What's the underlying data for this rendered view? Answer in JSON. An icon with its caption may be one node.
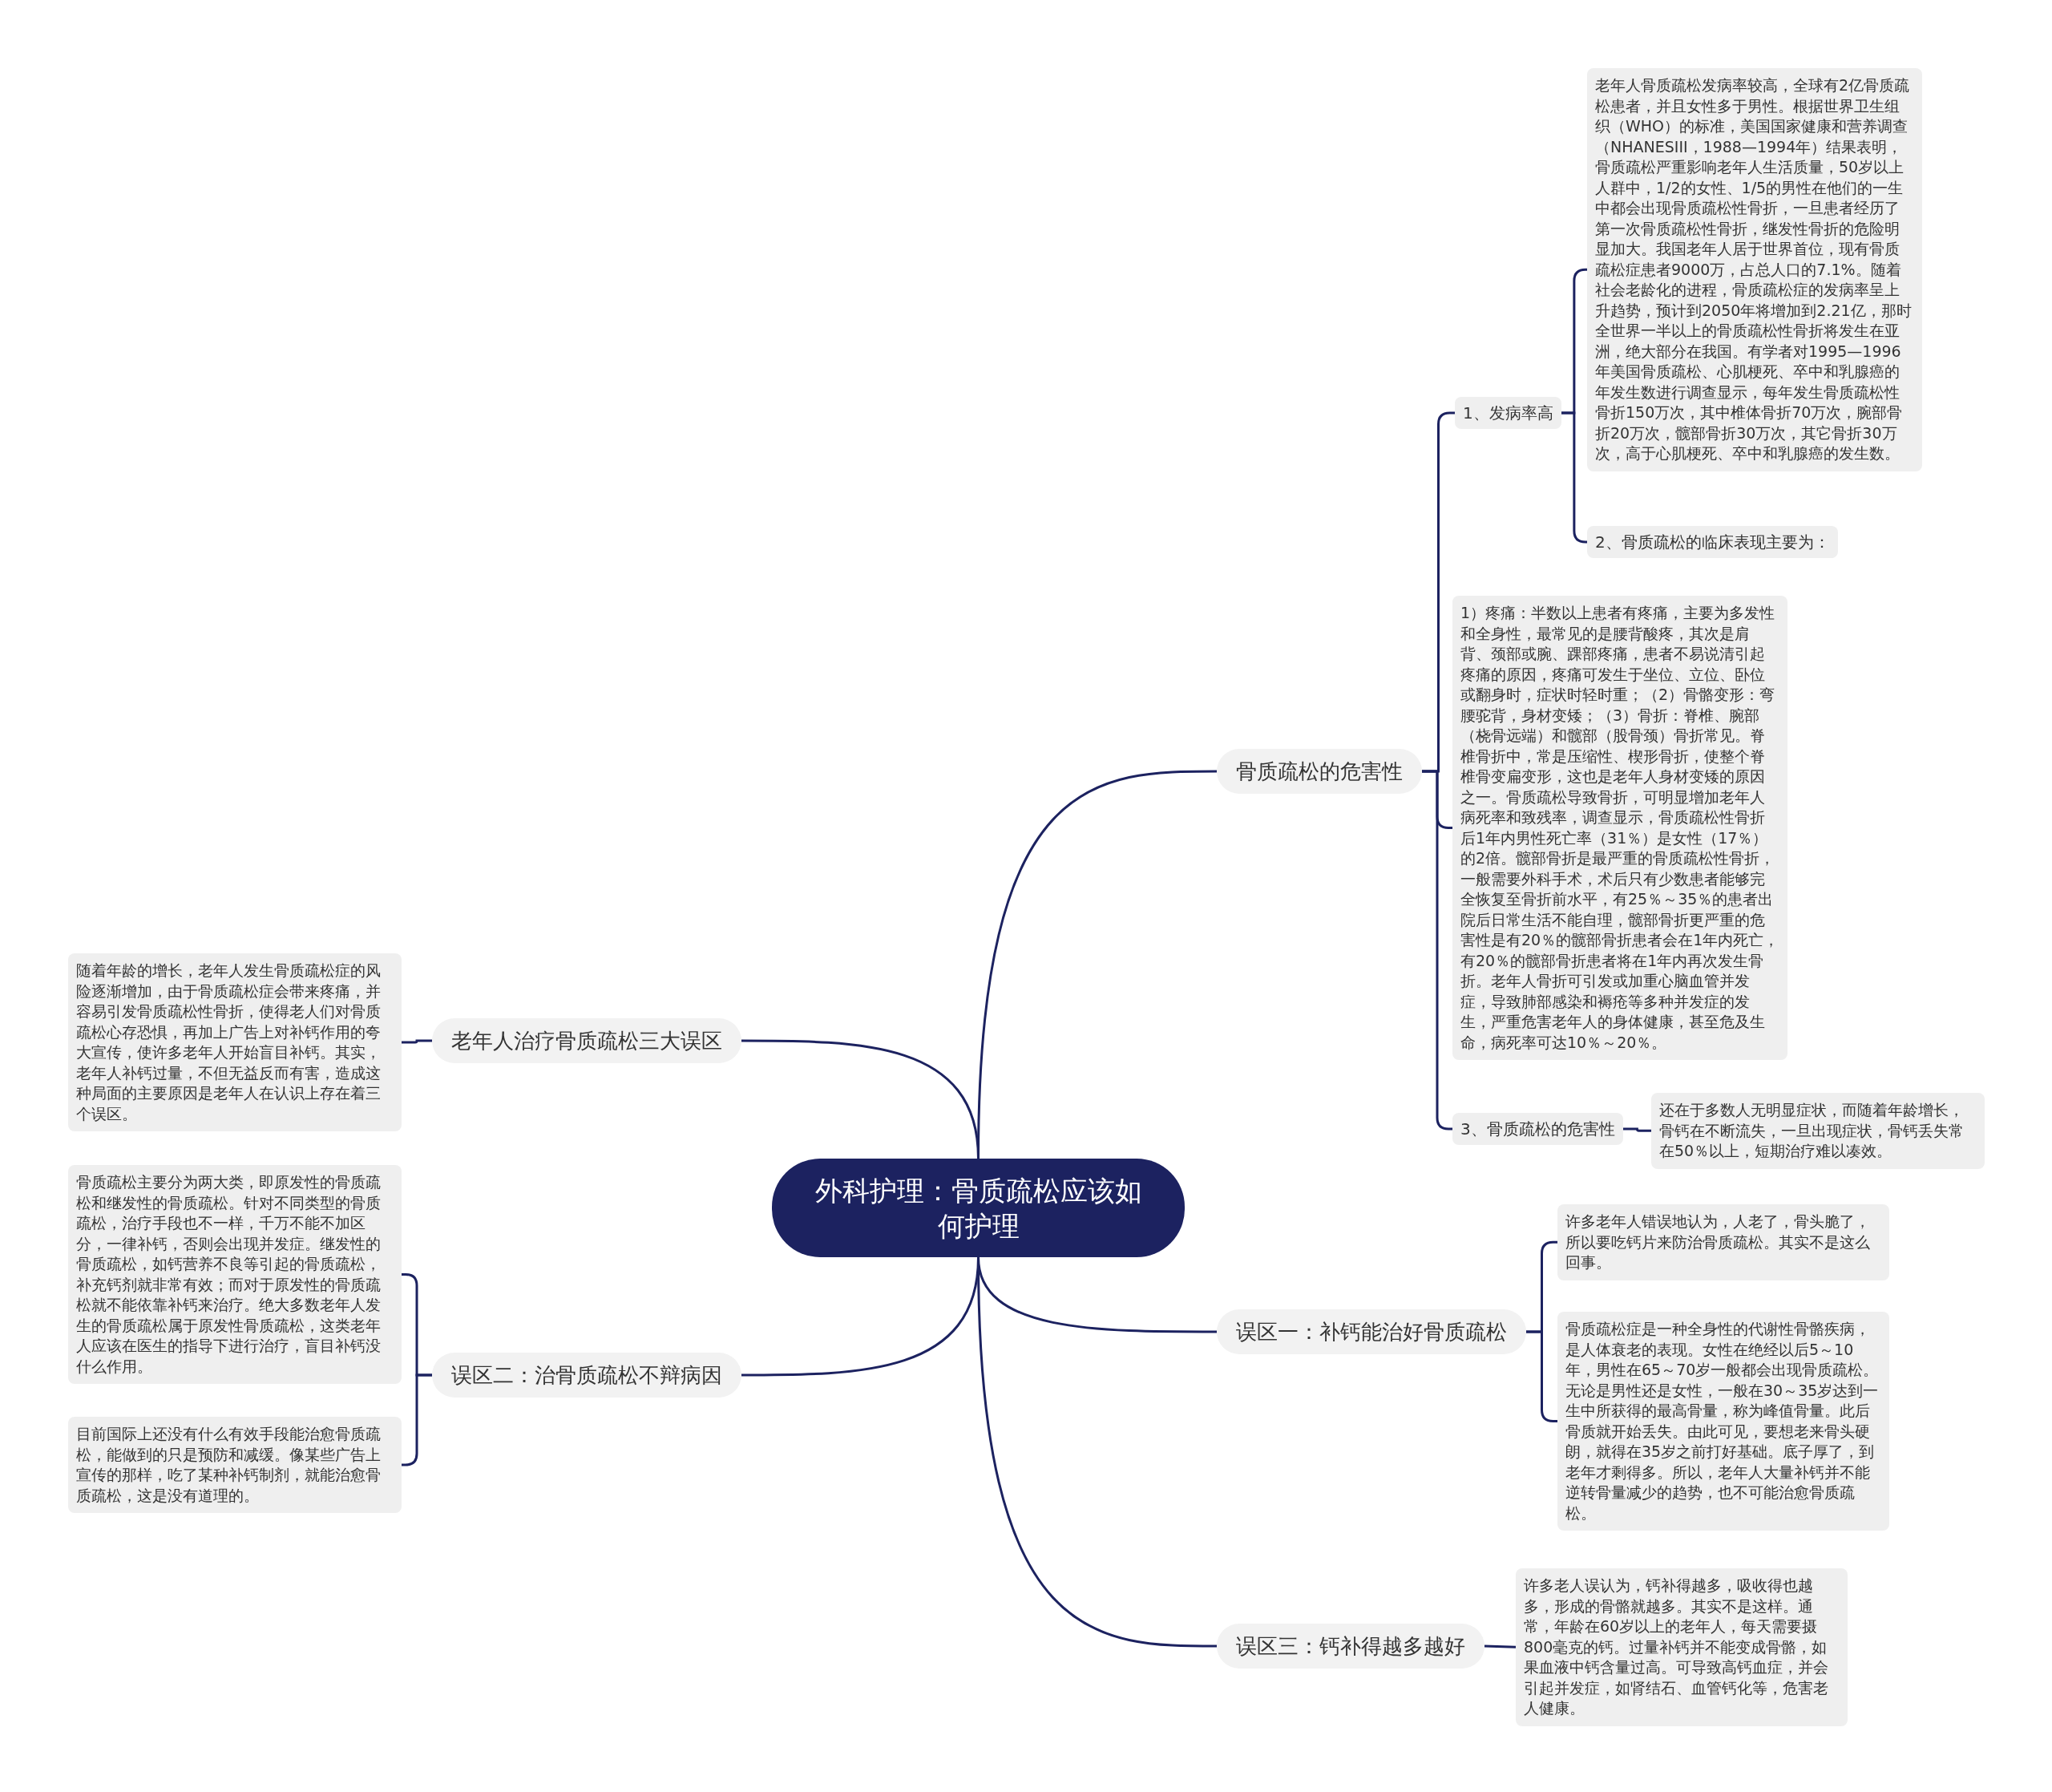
{
  "diagram": {
    "nodes": [
      {
        "text": [
          "外科护理：骨质疏松应该如何护理"
        ]
      },
      {
        "text": [
          "骨质疏松的危害性"
        ]
      },
      {
        "text": [
          "1、发病率高"
        ]
      },
      {
        "text": [
          "老年人骨质疏松发病率较高，全球有2亿骨质疏松患者，并且女性多于男性。根据世界卫生组织（WHO）的标准，美国国家健康和营养调查（NHANESIII，1988—1994年）结果表明，骨质疏松严重影响老年人生活质量，50岁以上人群中，1/2的女性、1/5的男性在他们的一生中都会出现骨质疏松性骨折，一旦患者经历了第一次骨质疏松性骨折，继发性骨折的危险明显加大。我国老年人居于世界首位，现有骨质疏松症患者9000万，占总人口的7.1%。随着社会老龄化的进程，骨质疏松症的发病率呈上升趋势，预计到2050年将增加到2.21亿，那时全世界一半以上的骨质疏松性骨折将发生在亚洲，绝大部分在我国。有学者对1995—1996年美国骨质疏松、心肌梗死、卒中和乳腺癌的年发生数进行调查显示，每年发生骨质疏松性骨折150万次，其中椎体骨折70万次，腕部骨折20万次，髋部骨折30万次，其它骨折30万次，高于心肌梗死、卒中和乳腺癌的发生数。"
        ]
      },
      {
        "text": [
          "2、骨质疏松的临床表现主要为："
        ]
      },
      {
        "text": [
          "1）疼痛：半数以上患者有疼痛，主要为多发性和全身性，最常见的是腰背酸疼，其次是肩背、颈部或腕、踝部疼痛，患者不易说清引起疼痛的原因，疼痛可发生于坐位、立位、卧位或翻身时，症状时轻时重；（2）骨骼变形：弯腰驼背，身材变矮；（3）骨折：脊椎、腕部（桡骨远端）和髋部（股骨颈）骨折常见。脊椎骨折中，常是压缩性、楔形骨折，使整个脊椎骨变扁变形，这也是老年人身材变矮的原因之一。骨质疏松导致骨折，可明显增加老年人病死率和致残率，调查显示，骨质疏松性骨折后1年内男性死亡率（31％）是女性（17％）的2倍。髋部骨折是最严重的骨质疏松性骨折，一般需要外科手术，术后只有少数患者能够完全恢复至骨折前水平，有25％～35％的患者出院后日常生活不能自理，髋部骨折更严重的危害性是有20％的髋部骨折患者会在1年内死亡，有20％的髋部骨折患者将在1年内再次发生骨折。老年人骨折可引发或加重心脑血管并发症，导致肺部感染和褥疮等多种并发症的发生，严重危害老年人的身体健康，甚至危及生命，病死率可达10％～20％。"
        ]
      },
      {
        "text": [
          "3、骨质疏松的危害性"
        ]
      },
      {
        "text": [
          "还在于多数人无明显症状，而随着年龄增长，骨钙在不断流失，一旦出现症状，骨钙丢失常在50％以上，短期治疗难以凑效。"
        ]
      },
      {
        "text": [
          "误区一：补钙能治好骨质疏松"
        ]
      },
      {
        "text": [
          "许多老年人错误地认为，人老了，骨头脆了，所以要吃钙片来防治骨质疏松。其实不是这么回事。"
        ]
      },
      {
        "text": [
          "骨质疏松症是一种全身性的代谢性骨骼疾病，是人体衰老的表现。女性在绝经以后5～10年，男性在65～70岁一般都会出现骨质疏松。无论是男性还是女性，一般在30～35岁达到一生中所获得的最高骨量，称为峰值骨量。此后骨质就开始丢失。由此可见，要想老来骨头硬朗，就得在35岁之前打好基础。底子厚了，到老年才剩得多。所以，老年人大量补钙并不能逆转骨量减少的趋势，也不可能治愈骨质疏松。"
        ]
      },
      {
        "text": [
          "误区三：钙补得越多越好"
        ]
      },
      {
        "text": [
          "许多老人误认为，钙补得越多，吸收得也越多，形成的骨骼就越多。其实不是这样。通常，年龄在60岁以上的老年人，每天需要摄800毫克的钙。过量补钙并不能变成骨骼，如果血液中钙含量过高。可导致高钙血症，并会引起并发症，如肾结石、血管钙化等，危害老人健康。"
        ]
      },
      {
        "text": [
          "老年人治疗骨质疏松三大误区"
        ]
      },
      {
        "text": [
          "随着年龄的增长，老年人发生骨质疏松症的风险逐渐增加，由于骨质疏松症会带来疼痛，并容易引发骨质疏松性骨折，使得老人们对骨质疏松心存恐惧，再加上广告上对补钙作用的夸大宣传，使许多老年人开始盲目补钙。其实，老年人补钙过量，不但无益反而有害，造成这种局面的主要原因是老年人在认识上存在着三个误区。"
        ]
      },
      {
        "text": [
          "误区二：治骨质疏松不辩病因"
        ]
      },
      {
        "text": [
          "骨质疏松主要分为两大类，即原发性的骨质疏松和继发性的骨质疏松。针对不同类型的骨质疏松，治疗手段也不一样，千万不能不加区分，一律补钙，否则会出现并发症。继发性的骨质疏松，如钙营养不良等引起的骨质疏松，补充钙剂就非常有效；而对于原发性的骨质疏松就不能依靠补钙来治疗。绝大多数老年人发生的骨质疏松属于原发性骨质疏松，这类老年人应该在医生的指导下进行治疗，盲目补钙没什么作用。"
        ]
      },
      {
        "text": [
          "目前国际上还没有什么有效手段能治愈骨质疏松，能做到的只是预防和减缓。像某些广告上宣传的那样，吃了某种补钙制剂，就能治愈骨质疏松，这是没有道理的。"
        ]
      }
    ],
    "edges": [
      {
        "from": 0,
        "to": 1,
        "arrow": "none"
      },
      {
        "from": 1,
        "to": 2,
        "arrow": "none"
      },
      {
        "from": 2,
        "to": 3,
        "arrow": "none"
      },
      {
        "from": 2,
        "to": 4,
        "arrow": "none"
      },
      {
        "from": 1,
        "to": 5,
        "arrow": "none"
      },
      {
        "from": 1,
        "to": 6,
        "arrow": "none"
      },
      {
        "from": 6,
        "to": 7,
        "arrow": "none"
      },
      {
        "from": 0,
        "to": 8,
        "arrow": "none"
      },
      {
        "from": 8,
        "to": 9,
        "arrow": "none"
      },
      {
        "from": 8,
        "to": 10,
        "arrow": "none"
      },
      {
        "from": 0,
        "to": 11,
        "arrow": "none"
      },
      {
        "from": 11,
        "to": 12,
        "arrow": "none"
      },
      {
        "from": 0,
        "to": 13,
        "arrow": "none"
      },
      {
        "from": 13,
        "to": 14,
        "arrow": "none"
      },
      {
        "from": 0,
        "to": 15,
        "arrow": "none"
      },
      {
        "from": 15,
        "to": 16,
        "arrow": "none"
      },
      {
        "from": 15,
        "to": 17,
        "arrow": "none"
      }
    ]
  }
}
